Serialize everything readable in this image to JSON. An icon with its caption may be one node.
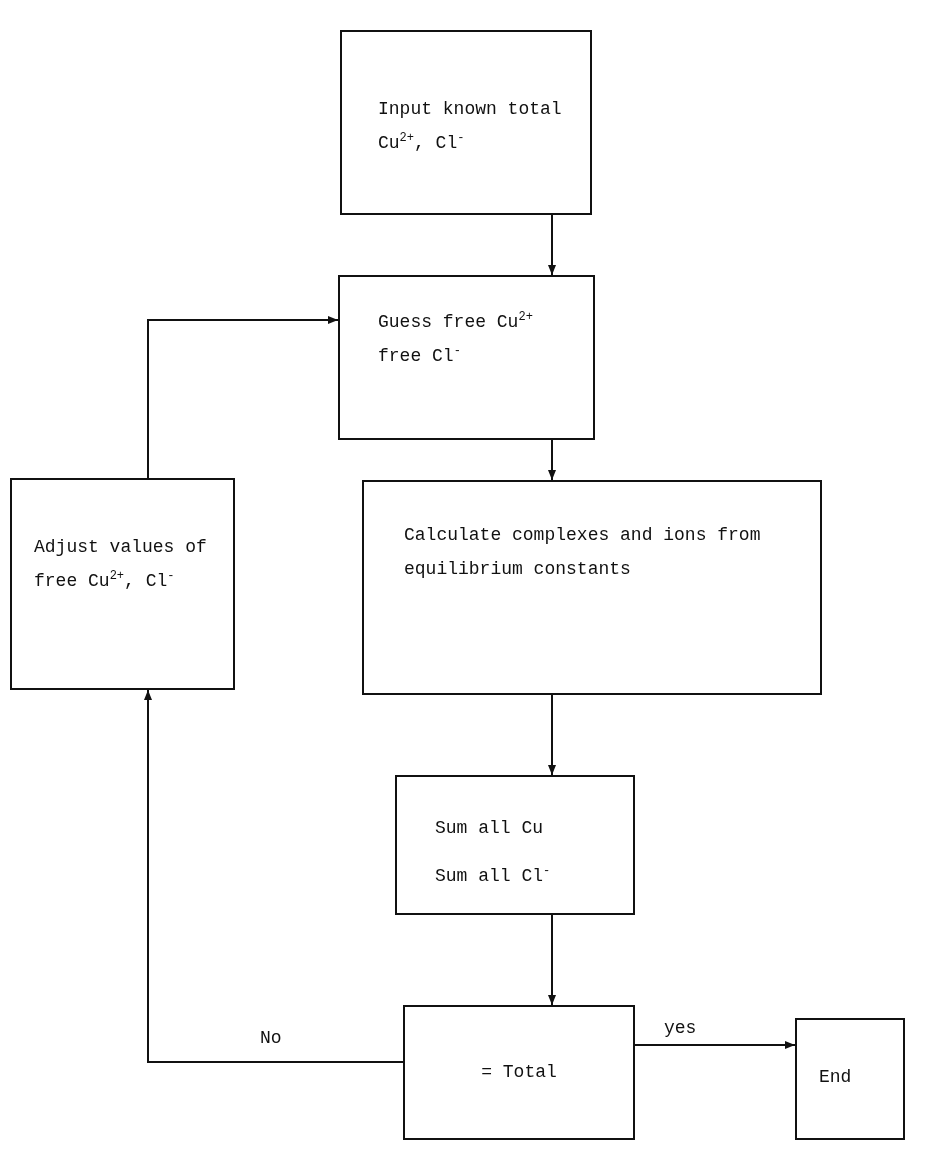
{
  "diagram": {
    "nodes": [
      {
        "text": [
          "Input known total Cu$^{2+}$, Cl$^{-}$"
        ]
      },
      {
        "text": [
          "Guess free Cu$^{2+}$ free Cl$^{-}$"
        ]
      },
      {
        "text": [
          "Calculate complexes and ions from equilibrium constants"
        ]
      },
      {
        "text": [
          "Adjust values of free Cu$^{2+}$, Cl$^{-}$"
        ]
      },
      {
        "text": [
          "Sum all Cu",
          "Sum all Cl$^{-}$"
        ]
      },
      {
        "text": [
          "= Total"
        ]
      },
      {
        "text": [
          "End"
        ]
      }
    ],
    "edges": [
      {
        "from": 0,
        "to": 1,
        "arrow": "to"
      },
      {
        "from": 1,
        "to": 2,
        "arrow": "to"
      },
      {
        "from": 2,
        "to": 4,
        "arrow": "to"
      },
      {
        "from": 4,
        "to": 5,
        "arrow": "to"
      },
      {
        "from": 5,
        "to": 3,
        "arrow": "to",
        "label": "No"
      },
      {
        "from": 3,
        "to": 1,
        "arrow": "to"
      },
      {
        "from": 5,
        "to": 6,
        "arrow": "to",
        "label": "yes"
      }
    ]
  }
}
